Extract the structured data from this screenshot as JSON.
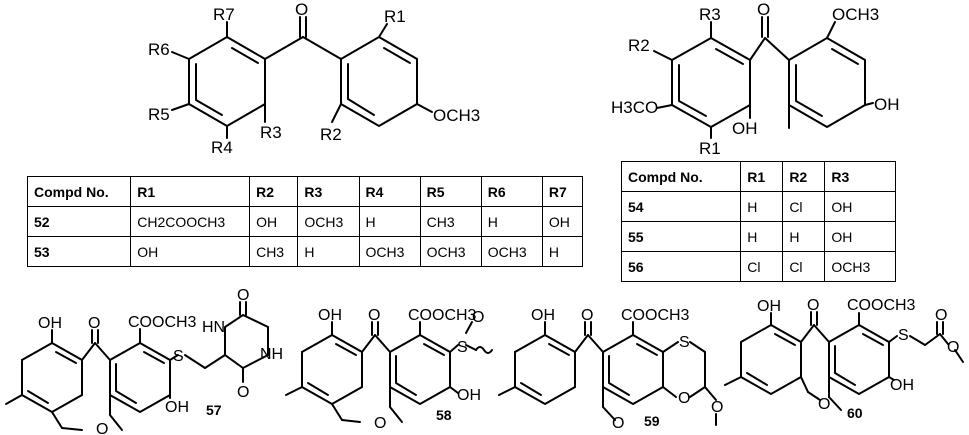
{
  "scaffold_a": {
    "labels": {
      "r1": "R1",
      "r2": "R2",
      "r3": "R3",
      "r4": "R4",
      "r5": "R5",
      "r6": "R6",
      "r7": "R7",
      "ome": "OCH3",
      "oxo": "O"
    }
  },
  "scaffold_b": {
    "labels": {
      "r1": "R1",
      "r2": "R2",
      "r3": "R3",
      "h3co": "H3CO",
      "ome": "OCH3",
      "oh1": "OH",
      "oh2": "OH",
      "oxo": "O"
    }
  },
  "table_a": {
    "headers": [
      "Compd No.",
      "R1",
      "R2",
      "R3",
      "R4",
      "R5",
      "R6",
      "R7"
    ],
    "rows": [
      [
        "52",
        "CH2COOCH3",
        "OH",
        "OCH3",
        "H",
        "CH3",
        "H",
        "OH"
      ],
      [
        "53",
        "OH",
        "CH3",
        "H",
        "OCH3",
        "OCH3",
        "OCH3",
        "H"
      ]
    ]
  },
  "table_b": {
    "headers": [
      "Compd No.",
      "R1",
      "R2",
      "R3"
    ],
    "rows": [
      [
        "54",
        "H",
        "Cl",
        "OH"
      ],
      [
        "55",
        "H",
        "H",
        "OH"
      ],
      [
        "56",
        "Cl",
        "Cl",
        "OCH3"
      ]
    ]
  },
  "compounds": [
    {
      "number": "57",
      "labels": {
        "oh": "OH",
        "oxo": "O",
        "ester": "COOCH3",
        "s": "S",
        "hn": "HN",
        "nh": "NH",
        "o1": "O",
        "o2": "O",
        "oh2": "OH",
        "ome": "O"
      }
    },
    {
      "number": "58",
      "labels": {
        "oh": "OH",
        "oxo": "O",
        "ester": "COOCH3",
        "s": "S",
        "so": "O",
        "oh2": "OH",
        "ome": "O"
      }
    },
    {
      "number": "59",
      "labels": {
        "oh": "OH",
        "oxo": "O",
        "ester": "COOCH3",
        "s": "S",
        "o1": "O",
        "o2": "O",
        "ome": "O"
      }
    },
    {
      "number": "60",
      "labels": {
        "oh": "OH",
        "oxo": "O",
        "ester": "COOCH3",
        "s": "S",
        "o1": "O",
        "o2": "O",
        "oh2": "OH",
        "ome": "O"
      }
    }
  ]
}
